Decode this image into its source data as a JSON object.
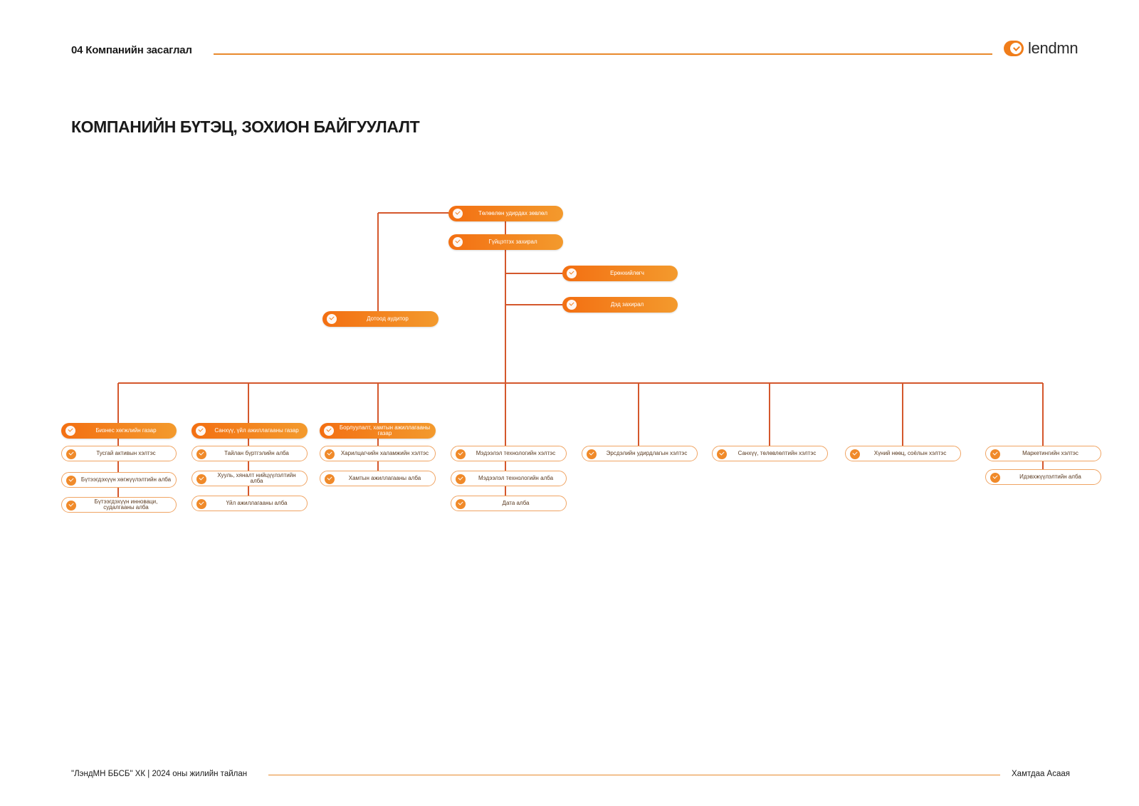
{
  "header": {
    "section": "04 Компанийн засаглал",
    "logo_text": "lendmn"
  },
  "title": "КОМПАНИЙН БҮТЭЦ, ЗОХИОН БАЙГУУЛАЛТ",
  "org": {
    "board": "Төлөөлөн удирдах зөвлөл",
    "ceo": "Гүйцэтгэх захирал",
    "advisor": "Ерөнхийлөгч",
    "deputy": "Дэд захирал",
    "audit": "Дотоод аудитор",
    "columns": [
      {
        "head": "Бизнес хөгжлийн газар",
        "items": [
          "Тусгай активын хэлтэс",
          "Бүтээгдэхүүн хөгжүүлэлтийн алба",
          "Бүтээгдэхүүн инноваци, судалгааны алба"
        ]
      },
      {
        "head": "Санхүү, үйл ажиллагааны газар",
        "items": [
          "Тайлан бүртгэлийн алба",
          "Хууль, хяналт нийцүүлэлтийн алба",
          "Үйл ажиллагааны алба"
        ]
      },
      {
        "head": "Борлуулалт, хамтын ажиллагааны газар",
        "items": [
          "Харилцагчийн халамжийн хэлтэс",
          "Хамтын ажиллагааны алба"
        ]
      },
      {
        "head": "Мэдээлэл технологийн хэлтэс",
        "items": [
          "Мэдээлэл технологийн алба",
          "Дата алба"
        ]
      },
      {
        "head": "Эрсдэлийн удирдлагын хэлтэс",
        "items": []
      },
      {
        "head": "Санхүү, төлөвлөлтийн хэлтэс",
        "items": []
      },
      {
        "head": "Хүний нөөц, соёлын хэлтэс",
        "items": []
      },
      {
        "head": "Маркетингийн хэлтэс",
        "items": [
          "Идэвхжүүлэлтийн алба"
        ]
      }
    ]
  },
  "footer": {
    "left": "\"ЛэндМН ББСБ\" ХК | 2024 оны жилийн тайлан",
    "right": "Хамтдаа Асаая"
  },
  "colors": {
    "accent": "#f07d1a",
    "connector": "#d4572c"
  }
}
